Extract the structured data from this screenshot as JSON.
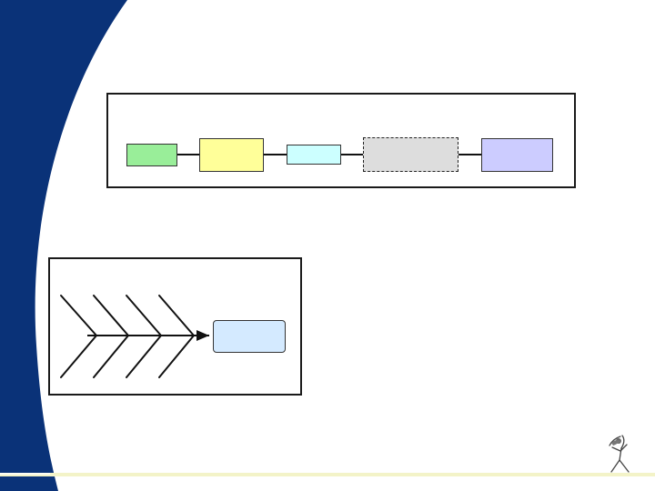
{
  "theme": {
    "sidebar_color": "#0a3278",
    "footer_line_color": "#f3f3c8",
    "frame_border_color": "#1a1a1a"
  },
  "process_flow": {
    "boxes": [
      {
        "name": "step-1-box",
        "fill": "#99ee99",
        "style": "solid"
      },
      {
        "name": "step-2-box",
        "fill": "#ffff99",
        "style": "solid"
      },
      {
        "name": "step-3-box",
        "fill": "#ccffff",
        "style": "solid"
      },
      {
        "name": "step-4-box",
        "fill": "#dddddd",
        "style": "dashed"
      },
      {
        "name": "step-5-box",
        "fill": "#ccccff",
        "style": "solid"
      }
    ]
  },
  "fishbone": {
    "effect_fill": "#d4eaff",
    "bone_pairs": 4
  },
  "logo": {
    "icon": "dancer-figure-icon"
  }
}
